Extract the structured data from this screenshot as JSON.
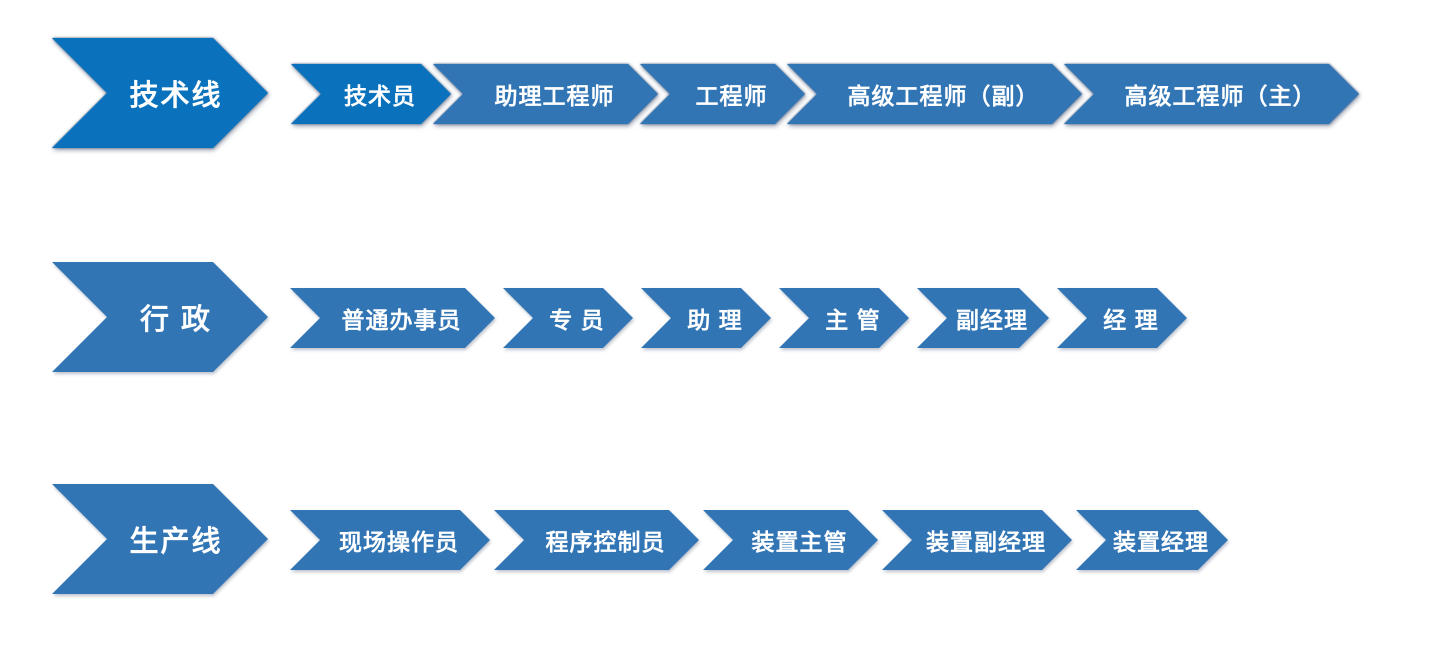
{
  "diagram": {
    "colors": {
      "highlight_blue": "#0a72bc",
      "standard_blue": "#3275b5",
      "label_text": "#ffffff"
    },
    "tracks": [
      {
        "category": "技术线",
        "highlighted": true,
        "stages": [
          {
            "label": "技术员",
            "highlighted": true
          },
          {
            "label": "助理工程师",
            "highlighted": false
          },
          {
            "label": "工程师",
            "highlighted": false
          },
          {
            "label": "高级工程师（副）",
            "highlighted": false
          },
          {
            "label": "高级工程师（主）",
            "highlighted": false
          }
        ]
      },
      {
        "category": "行 政",
        "highlighted": false,
        "stages": [
          {
            "label": "普通办事员",
            "highlighted": false
          },
          {
            "label": "专 员",
            "highlighted": false
          },
          {
            "label": "助 理",
            "highlighted": false
          },
          {
            "label": "主 管",
            "highlighted": false
          },
          {
            "label": "副经理",
            "highlighted": false
          },
          {
            "label": "经 理",
            "highlighted": false
          }
        ]
      },
      {
        "category": "生产线",
        "highlighted": false,
        "stages": [
          {
            "label": "现场操作员",
            "highlighted": false
          },
          {
            "label": "程序控制员",
            "highlighted": false
          },
          {
            "label": "装置主管",
            "highlighted": false
          },
          {
            "label": "装置副经理",
            "highlighted": false
          },
          {
            "label": "装置经理",
            "highlighted": false
          }
        ]
      }
    ]
  }
}
